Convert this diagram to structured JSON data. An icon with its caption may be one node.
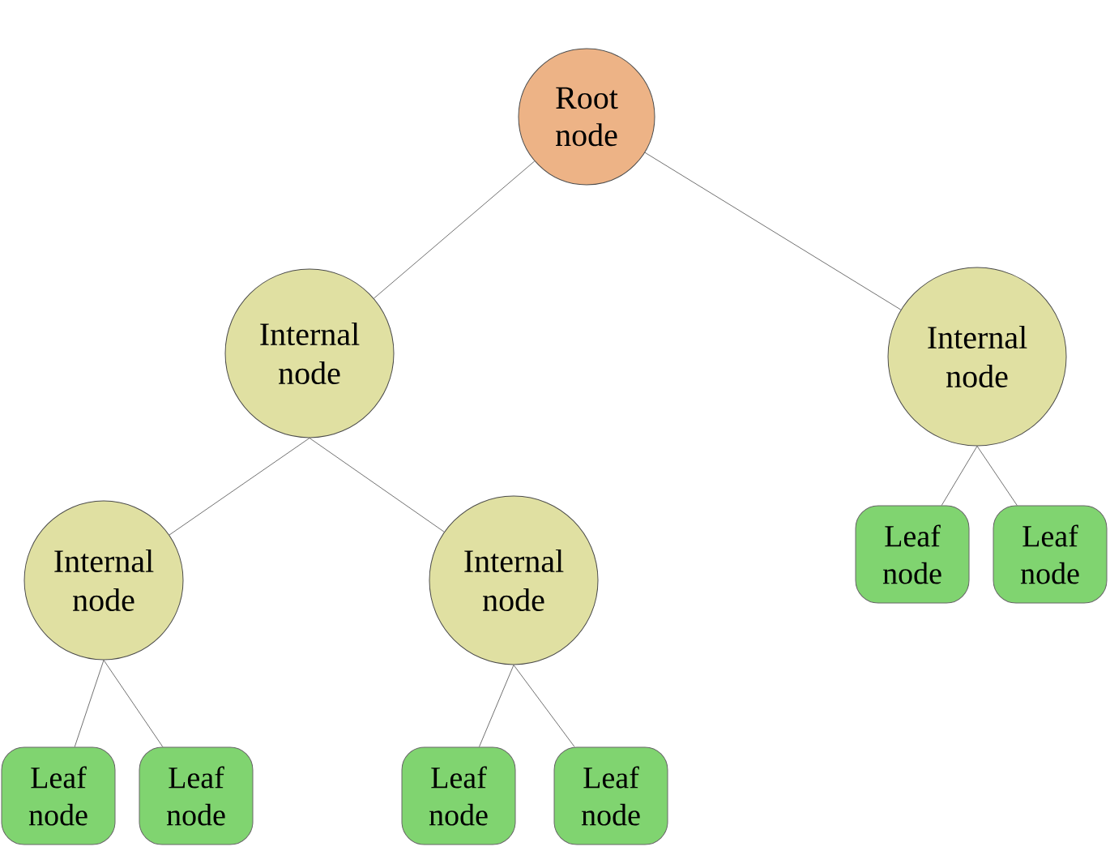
{
  "diagram": {
    "nodes": [
      {
        "text": [
          "Root node"
        ]
      },
      {
        "text": [
          "Internal node"
        ]
      },
      {
        "text": [
          "Internal node"
        ]
      },
      {
        "text": [
          "Internal node"
        ]
      },
      {
        "text": [
          "Internal node"
        ]
      },
      {
        "text": [
          "Leaf node"
        ]
      },
      {
        "text": [
          "Leaf node"
        ]
      },
      {
        "text": [
          "Leaf node"
        ]
      },
      {
        "text": [
          "Leaf node"
        ]
      },
      {
        "text": [
          "Leaf node"
        ]
      },
      {
        "text": [
          "Leaf node"
        ]
      }
    ],
    "edges": [
      {
        "from": 0,
        "to": 1,
        "arrow": "none"
      },
      {
        "from": 0,
        "to": 2,
        "arrow": "none"
      },
      {
        "from": 1,
        "to": 3,
        "arrow": "none"
      },
      {
        "from": 1,
        "to": 4,
        "arrow": "none"
      },
      {
        "from": 3,
        "to": 5,
        "arrow": "none"
      },
      {
        "from": 3,
        "to": 6,
        "arrow": "none"
      },
      {
        "from": 4,
        "to": 7,
        "arrow": "none"
      },
      {
        "from": 4,
        "to": 8,
        "arrow": "none"
      },
      {
        "from": 2,
        "to": 9,
        "arrow": "none"
      },
      {
        "from": 2,
        "to": 10,
        "arrow": "none"
      }
    ]
  }
}
